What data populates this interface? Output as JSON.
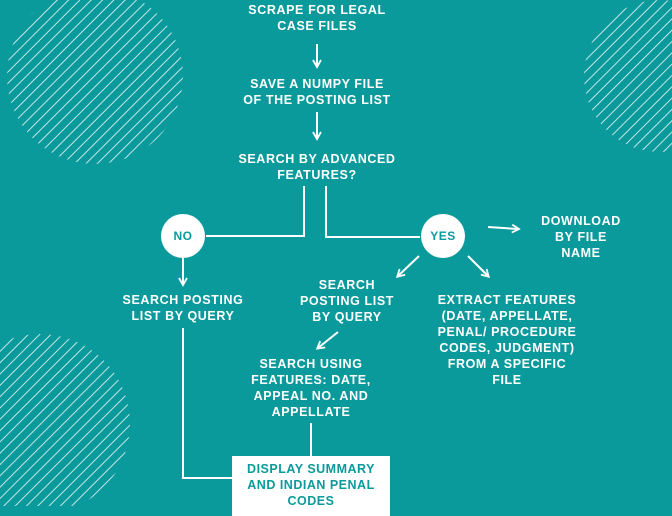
{
  "nodes": {
    "scrape": "SCRAPE FOR LEGAL\nCASE FILES",
    "save_numpy": "SAVE A NUMPY FILE\nOF THE POSTING LIST",
    "search_advanced": "SEARCH BY ADVANCED\nFEATURES?",
    "search_posting_no": "SEARCH POSTING\nLIST BY QUERY",
    "search_posting_yes": "SEARCH\nPOSTING LIST\nBY QUERY",
    "search_using_features": "SEARCH USING\nFEATURES: DATE,\nAPPEAL NO. AND\nAPPELLATE",
    "download": "DOWNLOAD\nBY FILE\nNAME",
    "extract": "EXTRACT FEATURES\n(DATE, APPELLATE,\nPENAL/ PROCEDURE\nCODES, JUDGMENT)\nFROM A SPECIFIC\nFILE",
    "display": "DISPLAY SUMMARY\nAND INDIAN PENAL\nCODES"
  },
  "decisions": {
    "no": "NO",
    "yes": "YES"
  },
  "colors": {
    "background": "#0b9a9c",
    "foreground": "#ffffff"
  }
}
